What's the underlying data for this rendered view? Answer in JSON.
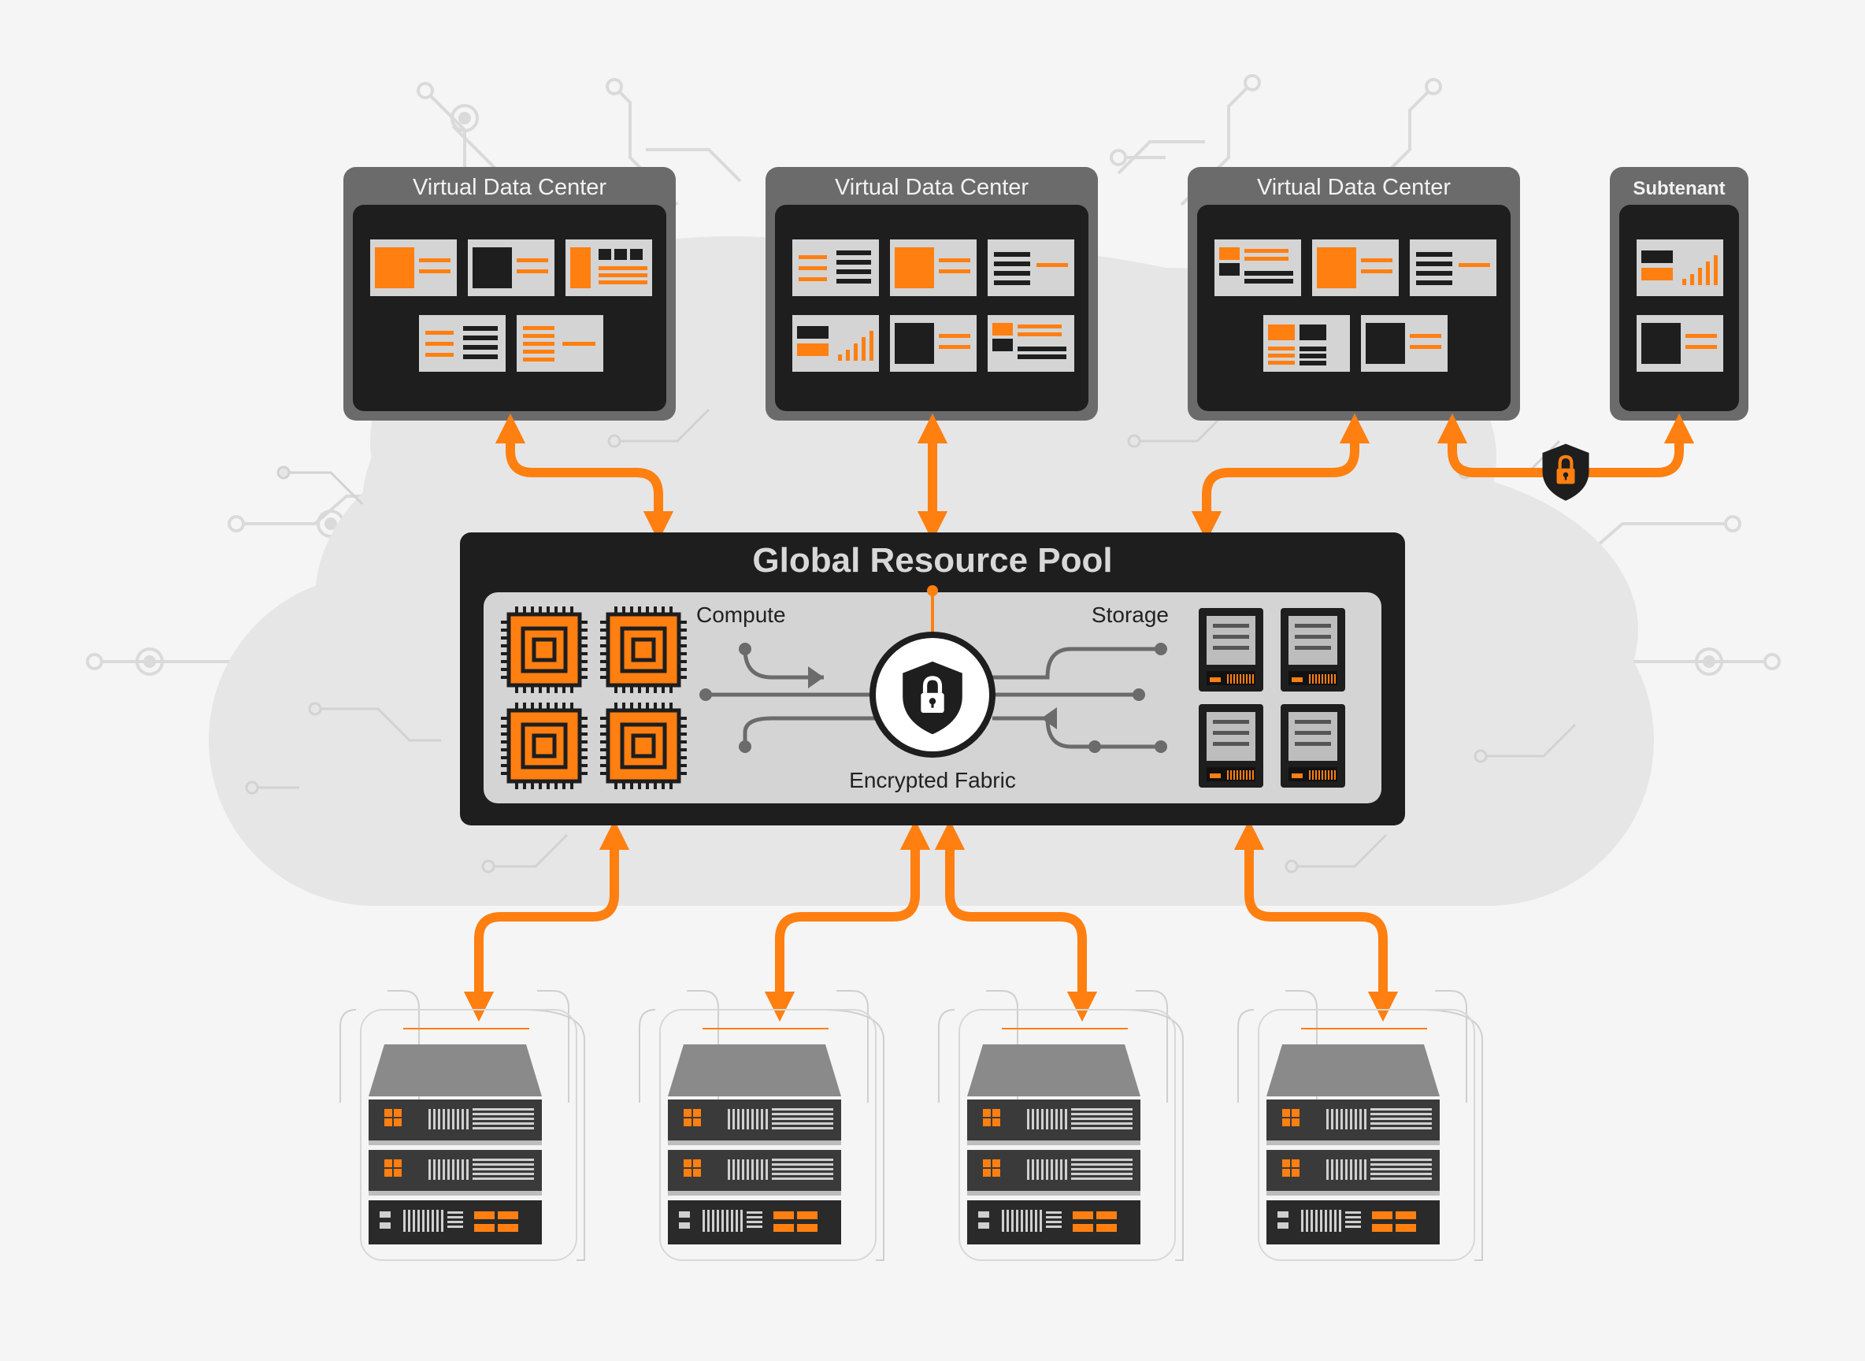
{
  "colors": {
    "background": "#f5f5f5",
    "accent": "#ff7f11",
    "panel_dark": "#1e1e1e",
    "panel_frame": "#6b6b6b",
    "card_light": "#d4d4d4",
    "cloud": "#e5e5e5",
    "circuit": "#d9d9d9"
  },
  "tenants": [
    {
      "label": "Virtual Data Center"
    },
    {
      "label": "Virtual Data Center"
    },
    {
      "label": "Virtual Data Center"
    },
    {
      "label": "Subtenant"
    }
  ],
  "pool": {
    "title": "Global Resource Pool",
    "compute_label": "Compute",
    "storage_label": "Storage",
    "fabric_label": "Encrypted Fabric",
    "cpu_count": 4,
    "drive_count": 4
  },
  "security": {
    "fabric_icon": "shield-lock-icon",
    "tenant_link_icon": "shield-lock-icon"
  },
  "servers": {
    "rack_count": 4,
    "units_per_rack": 3
  }
}
